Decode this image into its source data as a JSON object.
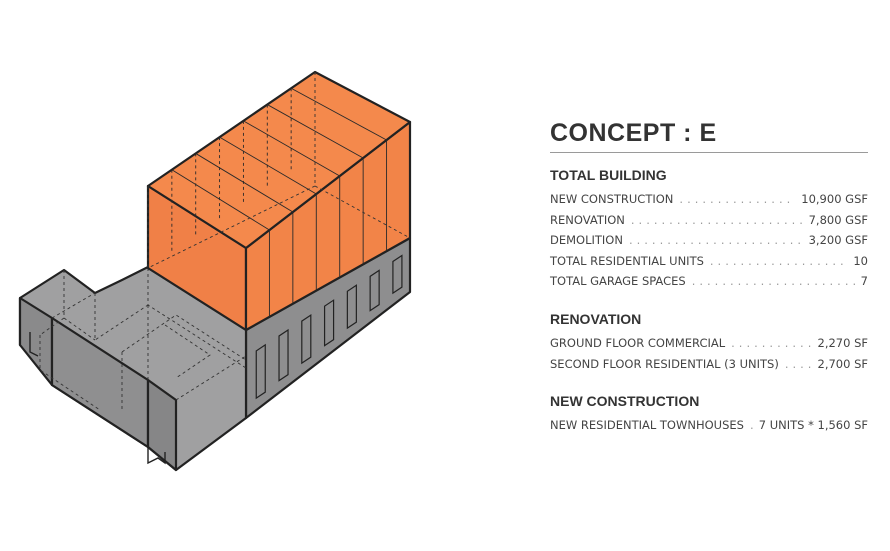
{
  "concept_title": "CONCEPT : E",
  "colors": {
    "new_construction": "#f07f45",
    "renovation": "#9a9a9b",
    "outline": "#222222",
    "text": "#3a3a3a"
  },
  "sections": [
    {
      "heading": "TOTAL BUILDING",
      "rows": [
        {
          "label": "NEW CONSTRUCTION",
          "value": "10,900 GSF"
        },
        {
          "label": "RENOVATION",
          "value": "7,800 GSF"
        },
        {
          "label": "DEMOLITION",
          "value": "3,200 GSF"
        },
        {
          "label": "TOTAL RESIDENTIAL UNITS",
          "value": "10"
        },
        {
          "label": "TOTAL GARAGE SPACES",
          "value": "7"
        }
      ]
    },
    {
      "heading": "RENOVATION",
      "rows": [
        {
          "label": "GROUND FLOOR COMMERCIAL",
          "value": "2,270 SF"
        },
        {
          "label": "SECOND FLOOR RESIDENTIAL (3 UNITS)",
          "value": "2,700 SF"
        }
      ]
    },
    {
      "heading": "NEW CONSTRUCTION",
      "rows": [
        {
          "label": "NEW RESIDENTIAL TOWNHOUSES",
          "value": "7 UNITS * 1,560 SF"
        }
      ]
    }
  ]
}
